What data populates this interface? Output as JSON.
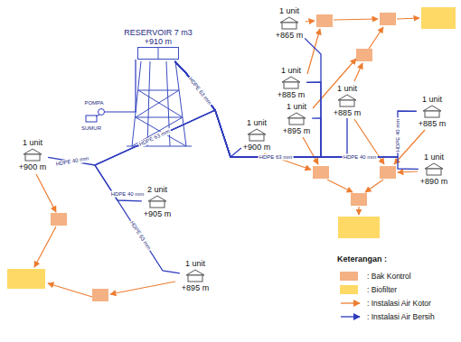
{
  "diagram": {
    "nodes": [
      {
        "text": [
          "RESERVOIR 7 m3",
          "+910 m"
        ]
      },
      {
        "text": [
          "1 unit",
          "+865 m"
        ]
      },
      {
        "text": [
          "1 unit",
          "+885 m"
        ]
      },
      {
        "text": [
          "1 unit",
          "+885 m"
        ]
      },
      {
        "text": [
          "1 unit",
          "+885 m"
        ]
      },
      {
        "text": [
          "1 unit",
          "+900 m"
        ]
      },
      {
        "text": [
          "1 unit",
          "+895 m"
        ]
      },
      {
        "text": [
          "1 unit",
          "+900 m"
        ]
      },
      {
        "text": [
          "1 unit",
          "+890 m"
        ]
      },
      {
        "text": [
          "2 unit",
          "+905 m"
        ]
      },
      {
        "text": [
          "1 unit",
          "+895 m"
        ]
      }
    ],
    "edges": [
      {
        "from": 0,
        "to": 1,
        "arrow": "none"
      },
      {
        "from": 0,
        "to": 2,
        "arrow": "none"
      },
      {
        "from": 0,
        "to": 3,
        "arrow": "none"
      },
      {
        "from": 0,
        "to": 4,
        "arrow": "none"
      },
      {
        "from": 0,
        "to": 5,
        "arrow": "none"
      },
      {
        "from": 0,
        "to": 6,
        "arrow": "none"
      },
      {
        "from": 0,
        "to": 7,
        "arrow": "none"
      },
      {
        "from": 0,
        "to": 8,
        "arrow": "none"
      },
      {
        "from": 0,
        "to": 9,
        "arrow": "none"
      },
      {
        "from": 0,
        "to": 10,
        "arrow": "none"
      }
    ],
    "labels": [
      "POMPA",
      "SUMUR",
      "HDPE 63 mm",
      "HDPE 63 mm",
      "HDPE 63 mm",
      "HDPE 63 mm",
      "HDPE 40 mm",
      "HDPE 40 mm",
      "HDPE 40 mm",
      "HDPE 40 mm",
      "Keterangan :"
    ],
    "legend": [
      {
        "text": ": Bak Kontrol",
        "color": "#f4b183"
      },
      {
        "text": ": Biofilter",
        "color": "#ffd966"
      },
      {
        "text": ": Instalasi Air Kotor"
      },
      {
        "text": ": Instalasi Air Bersih"
      }
    ]
  }
}
